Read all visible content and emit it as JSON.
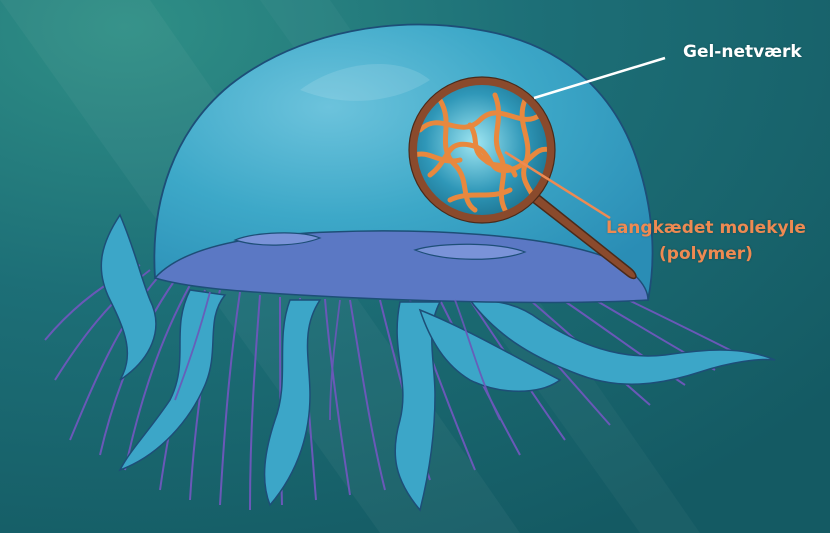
{
  "labels": {
    "gel_network": "Gel-netværk",
    "long_chain_line1": "Langkædet molekyle",
    "long_chain_line2": "(polymer)"
  },
  "colors": {
    "background": "#1f6d74",
    "bell": "#3aa9c9",
    "bell_underside": "#5b78c4",
    "tentacle": "#3ca6c8",
    "filament": "#6a58b8",
    "magnifier_rim": "#8a4a2c",
    "polymer": "#e8883e",
    "label_white": "#ffffff",
    "label_orange": "#ee8a52"
  },
  "icons": {
    "magnifier": "magnifying-glass-icon"
  }
}
